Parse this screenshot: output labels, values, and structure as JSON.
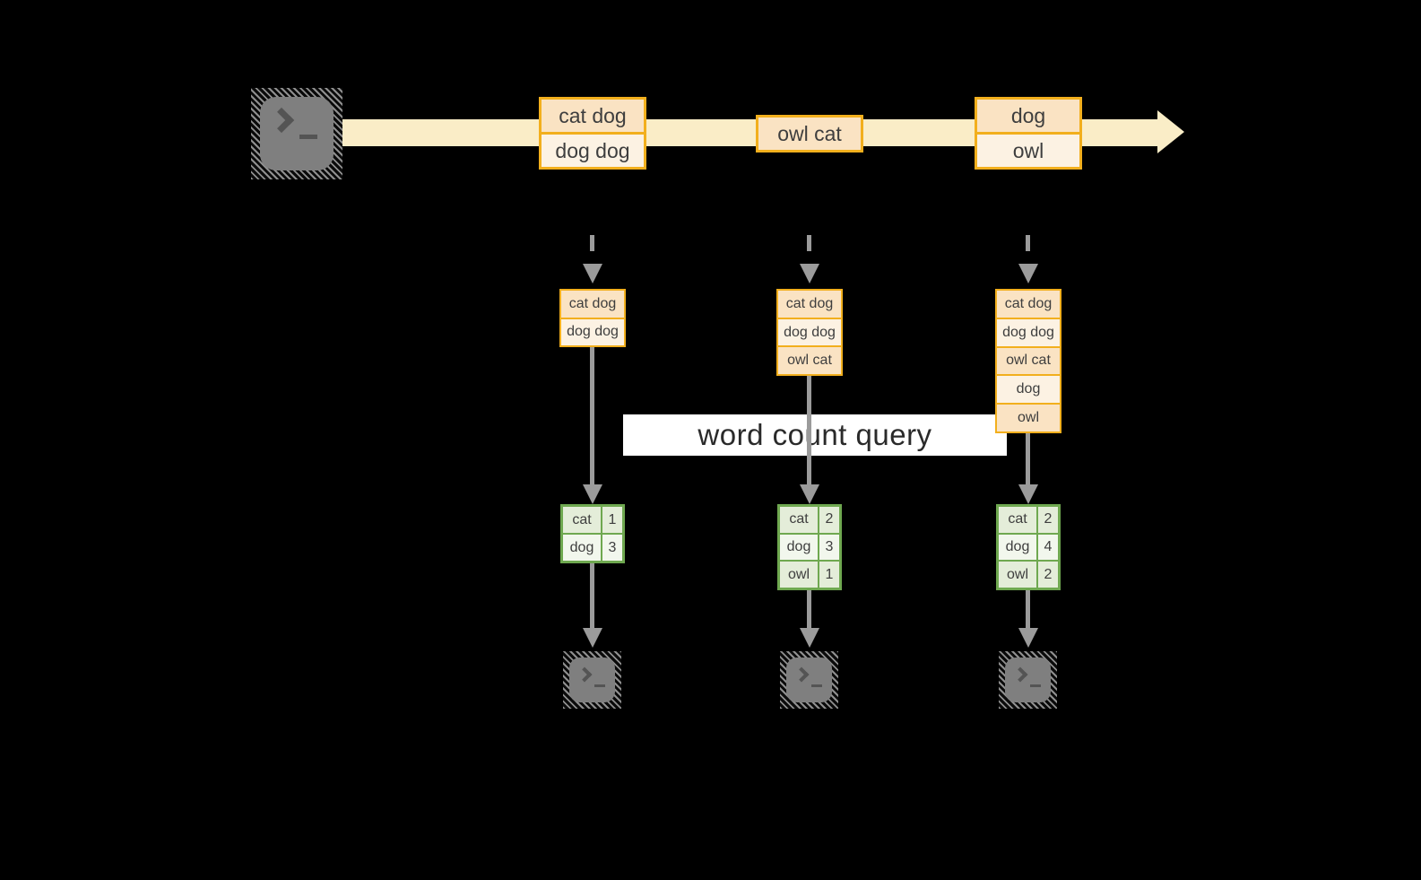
{
  "background": "#000000",
  "colors": {
    "background": "#000000",
    "accent_orange": "#F2AF1D",
    "peach_dark": "#FAE3C3",
    "peach_light": "#FCF2E3",
    "band_cream": "#FAEDC7",
    "green_border": "#6FA850",
    "green_cell_dark": "#E4EDD9",
    "green_cell_light": "#F2F7ED",
    "arrow_gray": "#9B9B9B",
    "terminal_gray": "#7F7F7F",
    "text_dark": "#3E3E3E"
  },
  "query_band": {
    "label": "word count query"
  },
  "icons": {
    "source": "terminal-prompt-icon",
    "sink": "terminal-prompt-icon",
    "prompt_glyph": ">_"
  },
  "stream": {
    "batches": [
      {
        "rows": [
          "cat dog",
          "dog dog"
        ]
      },
      {
        "rows": [
          "owl cat"
        ]
      },
      {
        "rows": [
          "dog",
          "owl"
        ]
      }
    ]
  },
  "columns": [
    {
      "state_rows": [
        "cat dog",
        "dog dog"
      ],
      "counts": [
        {
          "word": "cat",
          "count": "1"
        },
        {
          "word": "dog",
          "count": "3"
        }
      ]
    },
    {
      "state_rows": [
        "cat dog",
        "dog dog",
        "owl cat"
      ],
      "counts": [
        {
          "word": "cat",
          "count": "2"
        },
        {
          "word": "dog",
          "count": "3"
        },
        {
          "word": "owl",
          "count": "1"
        }
      ]
    },
    {
      "state_rows": [
        "cat dog",
        "dog dog",
        "owl cat",
        "dog",
        "owl"
      ],
      "counts": [
        {
          "word": "cat",
          "count": "2"
        },
        {
          "word": "dog",
          "count": "4"
        },
        {
          "word": "owl",
          "count": "2"
        }
      ]
    }
  ]
}
